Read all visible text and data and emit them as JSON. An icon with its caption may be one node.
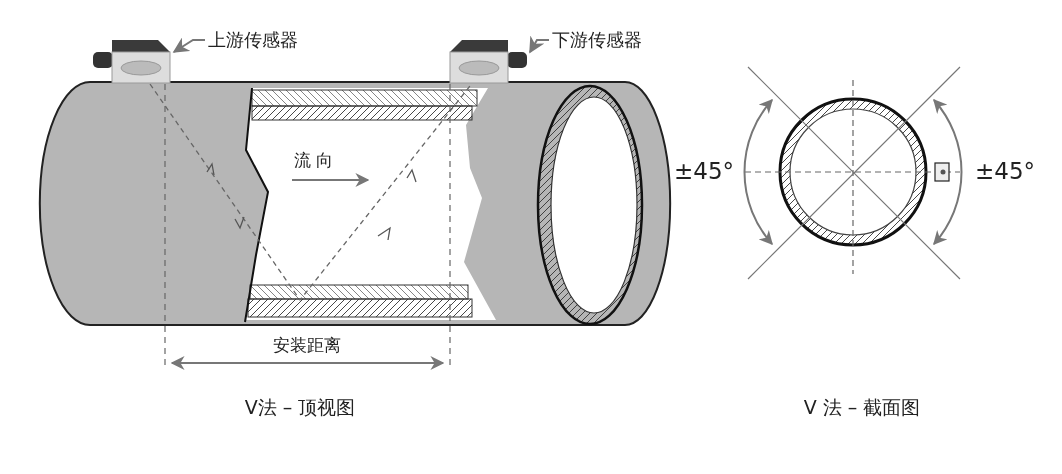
{
  "diagram": {
    "nodes": [
      {
        "text": [
          "上游传感器"
        ]
      },
      {
        "text": [],
        "shape": "picture"
      },
      {
        "text": [
          "下游传感器"
        ]
      },
      {
        "text": [],
        "shape": "picture"
      }
    ],
    "edges": [
      {
        "from": 0,
        "to": 1,
        "arrow": "to"
      },
      {
        "from": 2,
        "to": 3,
        "arrow": "to"
      }
    ],
    "labels": [
      "流 向",
      "安装距离",
      "V法 – 顶视图",
      "±45°",
      "±45°",
      "V 法 – 截面图"
    ]
  }
}
